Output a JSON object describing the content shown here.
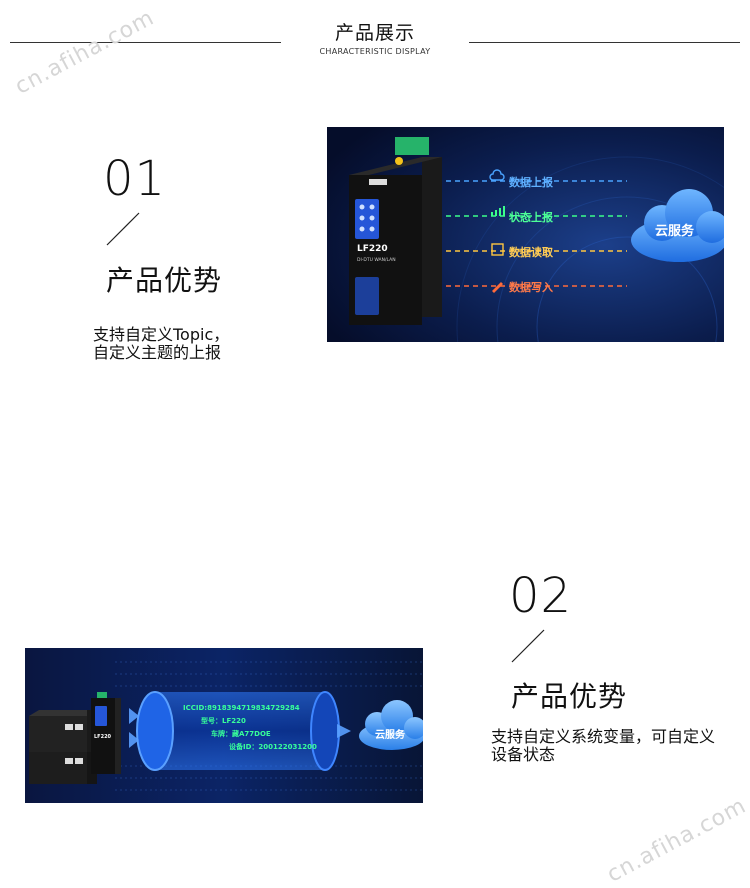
{
  "header": {
    "title": "产品展示",
    "subtitle": "CHARACTERISTIC DISPLAY"
  },
  "watermark": "cn.afiha.com",
  "features": [
    {
      "number": "01",
      "heading": "产品优势",
      "desc_line1": "支持自定义Topic，",
      "desc_line2": "自定义主题的上报",
      "image": {
        "device_model": "LF220",
        "device_sub": "DI-DTU  WAN/LAN",
        "flow_items": [
          "数据上报",
          "状态上报",
          "数据读取",
          "数据写入"
        ],
        "cloud_label": "云服务"
      }
    },
    {
      "number": "02",
      "heading": "产品优势",
      "desc_line1": "支持自定义系统变量，可自定义",
      "desc_line2": "设备状态",
      "image": {
        "device_model": "LF220",
        "tube_lines": [
          "ICCID:8918394719834729284",
          "型号：LF220",
          "车牌：藏A77DOE",
          "设备ID：200122031200"
        ],
        "cloud_label": "云服务"
      }
    }
  ],
  "colors": {
    "image_bg_dark": "#07153a",
    "accent_blue": "#2a7fff",
    "tube_text": "#37ff9a"
  }
}
